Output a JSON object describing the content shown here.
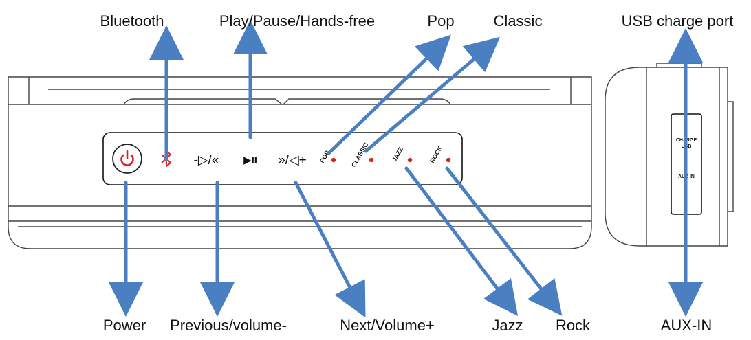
{
  "labels": {
    "bluetooth": "Bluetooth",
    "play_pause": "Play/Pause/Hands-free",
    "pop": "Pop",
    "classic": "Classic",
    "usb_port": "USB charge port",
    "power": "Power",
    "previous": "Previous/volume-",
    "next": "Next/Volume+",
    "jazz": "Jazz",
    "rock": "Rock",
    "aux_in": "AUX-IN"
  },
  "panel": {
    "prev_symbol": "-▷/«",
    "play_symbol": "▶II",
    "next_symbol": "»/◁+",
    "eq_pop": "POP",
    "eq_classic": "CLASSIC",
    "eq_jazz": "JAZZ",
    "eq_rock": "ROCK"
  },
  "side_panel": {
    "charge_line1": "CHARGE",
    "charge_line2": "USB",
    "aux": "AUX IN"
  },
  "colors": {
    "arrow": "#4a7fc1",
    "indicator": "#e0201b",
    "outline": "#333333"
  }
}
